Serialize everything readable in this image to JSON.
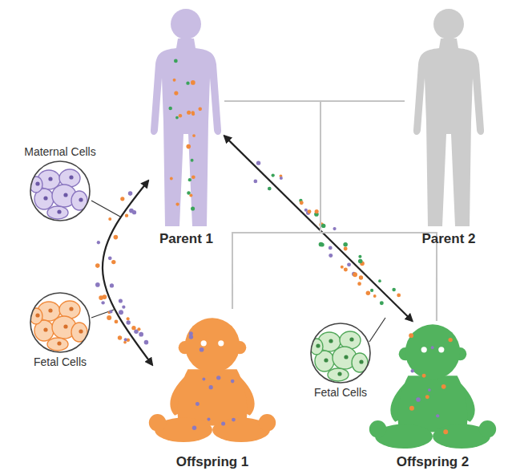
{
  "diagram": {
    "nodes": [
      {
        "text": [
          "Parent 1"
        ]
      },
      {
        "text": [
          "Parent 2"
        ]
      },
      {
        "text": [
          "Maternal Cells"
        ]
      },
      {
        "text": [
          "Fetal Cells"
        ]
      },
      {
        "text": [
          "Offspring 1"
        ]
      },
      {
        "text": [
          "Fetal Cells"
        ]
      },
      {
        "text": [
          "Offspring 2"
        ]
      }
    ],
    "edges": [
      {
        "from": 0,
        "to": 4,
        "arrow": "both"
      },
      {
        "from": 0,
        "to": 6,
        "arrow": "both"
      },
      {
        "from": 0,
        "to": 4,
        "arrow": "none"
      },
      {
        "from": 0,
        "to": 6,
        "arrow": "none"
      },
      {
        "from": 1,
        "to": 4,
        "arrow": "none"
      },
      {
        "from": 1,
        "to": 6,
        "arrow": "none"
      }
    ]
  }
}
